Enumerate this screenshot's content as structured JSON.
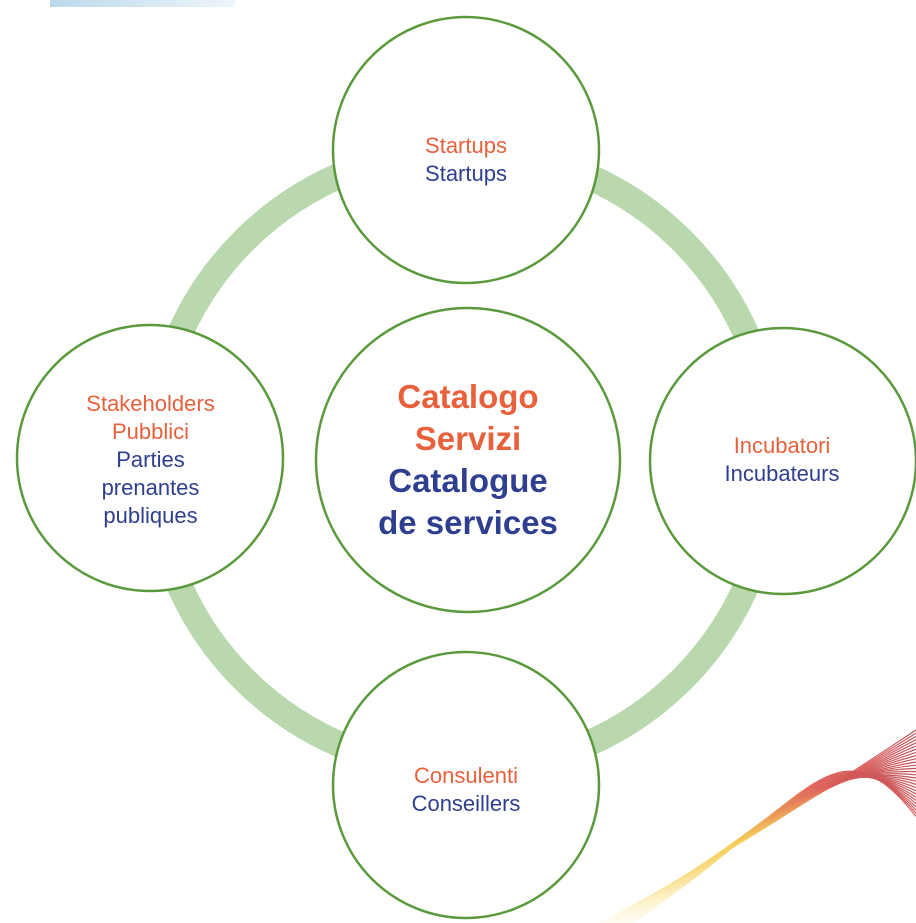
{
  "diagram": {
    "center": {
      "lines_it": [
        "Catalogo",
        "Servizi"
      ],
      "lines_fr": [
        "Catalogue",
        "de services"
      ]
    },
    "nodes": {
      "top": {
        "label_it": "Startups",
        "label_fr": "Startups"
      },
      "left": {
        "label_it_1": "Stakeholders",
        "label_it_2": "Pubblici",
        "label_fr_1": "Parties",
        "label_fr_2": "prenantes",
        "label_fr_3": "publiques"
      },
      "right": {
        "label_it": "Incubatori",
        "label_fr": "Incubateurs"
      },
      "bottom": {
        "label_it": "Consulenti",
        "label_fr": "Conseillers"
      }
    },
    "colors": {
      "ring": "#b9d8ad",
      "circle_stroke": "#5a9a3c",
      "text_italian": "#e8613c",
      "text_french": "#2f3f8f",
      "wave_red": "#d9453c",
      "wave_yellow": "#f4c53c"
    }
  }
}
